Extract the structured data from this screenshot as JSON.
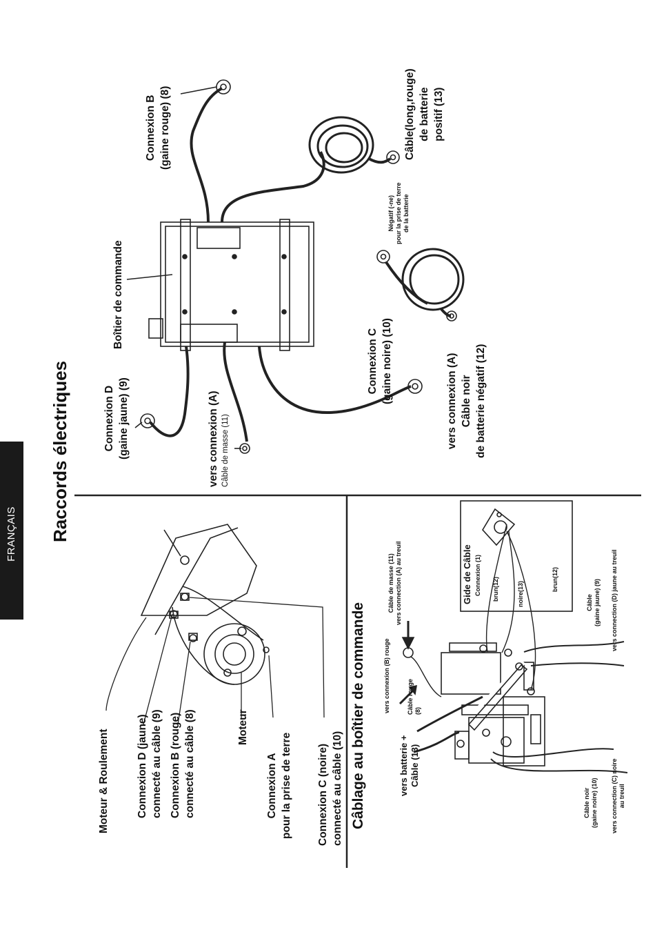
{
  "side_tab": "FRANÇAIS",
  "title": "Raccords électriques",
  "control_box_diagram": {
    "control_box": "Boîtier de commande",
    "connexion_b": [
      "Connexion B",
      "(gaine rouge) (8)"
    ],
    "battery_positive": [
      "Câble(long,rouge)",
      "de batterie",
      "positif (13)"
    ],
    "negative_ground": [
      "Négatif (-ne)",
      "pour la prise de terre",
      "de la batterie"
    ],
    "connexion_c": [
      "Connexion C",
      "(gaine noire) (10)"
    ],
    "battery_negative": [
      "vers connexion (A)",
      "Câble noir",
      "de batterie négatif (12)"
    ],
    "connexion_d": [
      "Connexion D",
      "(gaine jaune) (9)"
    ],
    "ground_cable": [
      "vers connexion (A)",
      "Câble de masse (11)"
    ]
  },
  "motor_diagram": {
    "motor_bearing": "Moteur & Roulement",
    "connexion_d": [
      "Connexion D (jaune)",
      "connecté au câble (9)"
    ],
    "connexion_b": [
      "Connexion B (rouge)",
      "connecté au câble (8)"
    ],
    "motor": "Moteur",
    "connexion_a": [
      "Connexion A",
      "pour la prise de terre"
    ],
    "connexion_c": [
      "Connexion C (noire)",
      "connecté au câble (10)"
    ]
  },
  "wiring_section": {
    "title": "Câblage au boîtier de commande",
    "battery_cable": [
      "vers batterie +",
      "Câble (13)"
    ],
    "red_connection": "vers connexion (B) rouge",
    "red_cable": [
      "Câble rouge",
      "(8)"
    ],
    "ground_cable": [
      "Câble de masse (11)",
      "vers connection (A) au treuil"
    ],
    "cable_guide": "Gide de Câble",
    "guide_connexion": "Connexion (1)",
    "brun_1": "brun(12)",
    "noire": "noire(13)",
    "brun_2": "brun(12)",
    "yellow_cable": [
      "Câble",
      "(gaine jaune) (9)"
    ],
    "yellow_connection": "vers connection (D) jaune au treuil",
    "black_cable": [
      "Câble noir",
      "(gaine noire) (10)"
    ],
    "black_connection": [
      "vers connection (C) noire",
      "au treuil"
    ]
  }
}
